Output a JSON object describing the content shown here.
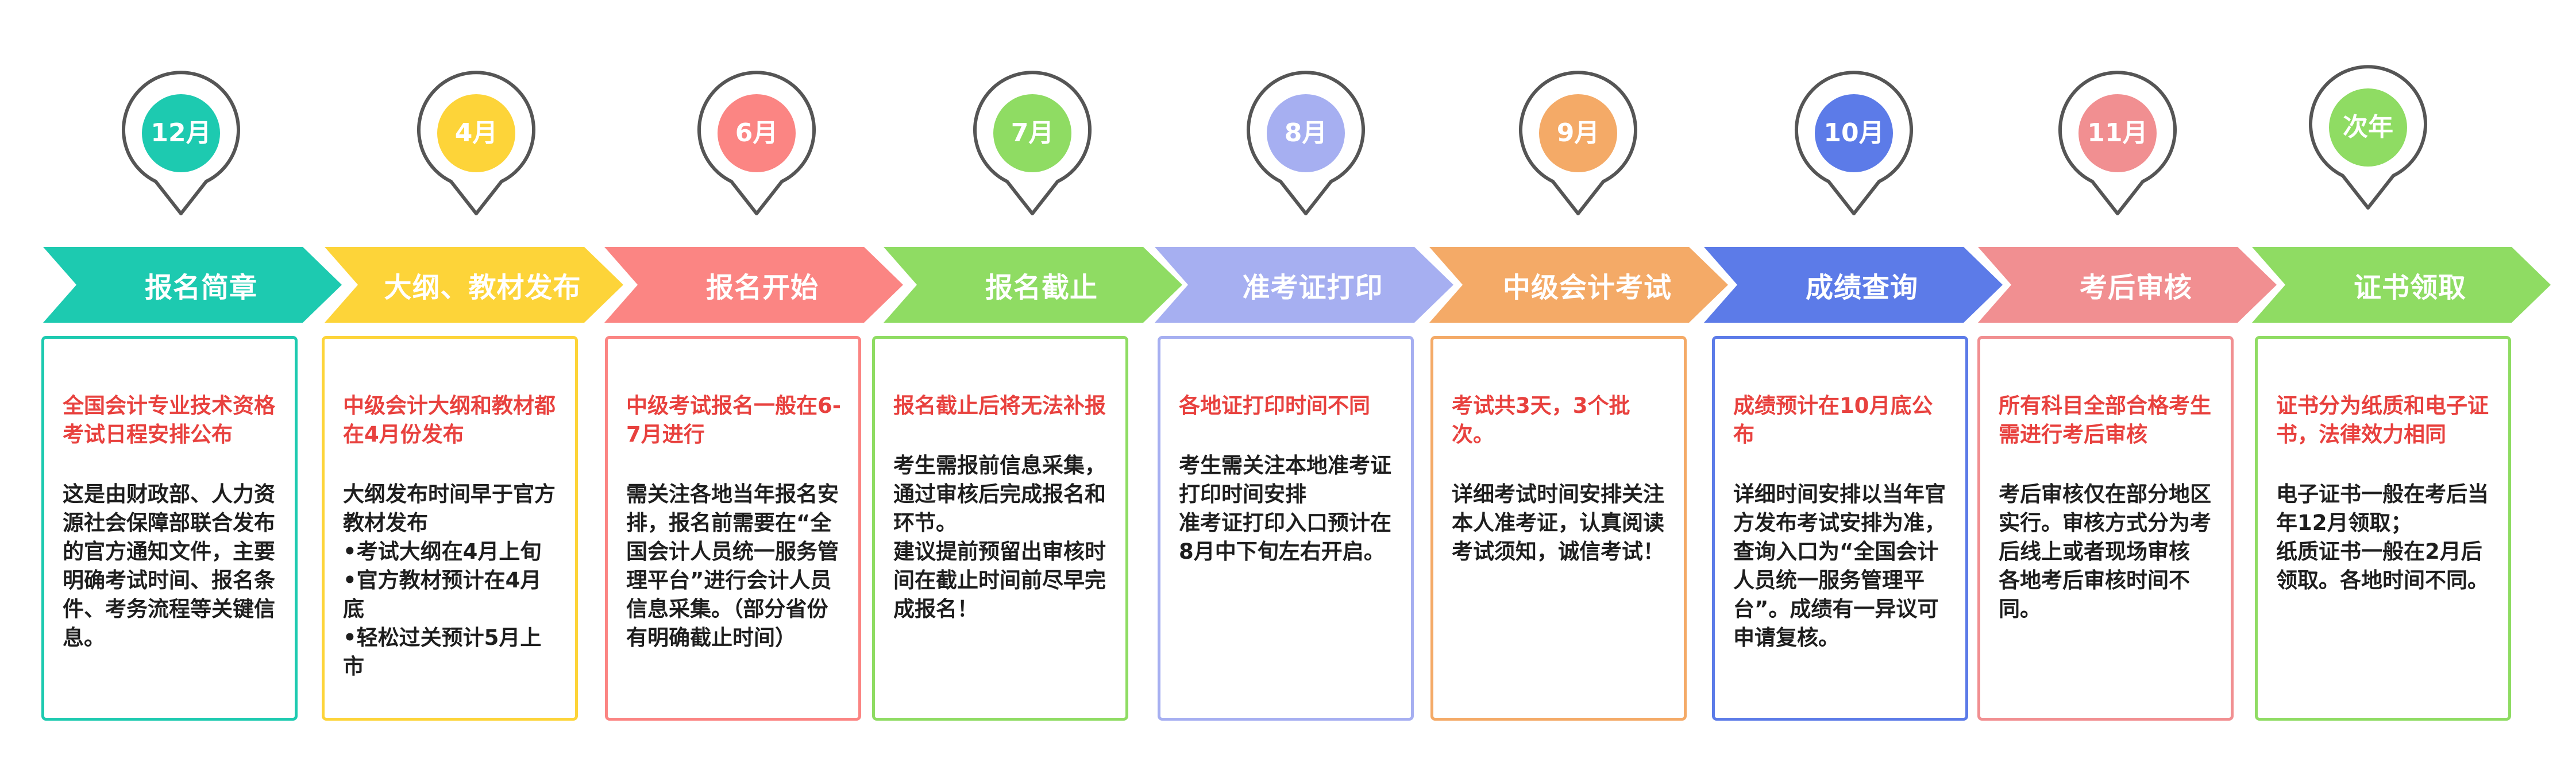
{
  "colors": {
    "teal": "#1dcab0",
    "yellow": "#fdd439",
    "coral": "#fb8583",
    "green": "#8fdc63",
    "lavender": "#a6aff1",
    "orange": "#f4aa67",
    "blue": "#5c7be8",
    "pink": "#f18f91",
    "lightgreen": "#8fdc63",
    "heading_red": "#e8413e",
    "body_text": "#1e1e1e",
    "pin_outline": "#555555"
  },
  "steps": [
    {
      "month": "12月",
      "title": "报名简章",
      "color": "#1dcab0",
      "card_border": "#1dcab0",
      "heading": "全国会计专业技术资格考试日程安排公布",
      "body": "这是由财政部、人力资源社会保障部联合发布的官方通知文件，主要明确考试时间、报名条件、考务流程等关键信息。"
    },
    {
      "month": "4月",
      "title": "大纲、教材发布",
      "color": "#fdd439",
      "card_border": "#fdd439",
      "heading": "中级会计大纲和教材都在4月份发布",
      "body": "大纲发布时间早于官方教材发布\n•考试大纲在4月上旬\n•官方教材预计在4月底\n•轻松过关预计5月上市"
    },
    {
      "month": "6月",
      "title": "报名开始",
      "color": "#fb8583",
      "card_border": "#fb8583",
      "heading": "中级考试报名一般在6-7月进行",
      "body": "需关注各地当年报名安排，报名前需要在“全国会计人员统一服务管理平台”进行会计人员信息采集。（部分省份有明确截止时间）"
    },
    {
      "month": "7月",
      "title": "报名截止",
      "color": "#8fdc63",
      "card_border": "#8fdc63",
      "heading": "报名截止后将无法补报",
      "body": "考生需报前信息采集，通过审核后完成报名和环节。\n建议提前预留出审核时间在截止时间前尽早完成报名！"
    },
    {
      "month": "8月",
      "title": "准考证打印",
      "color": "#a6aff1",
      "card_border": "#a6aff1",
      "heading": "各地证打印时间不同",
      "body": "考生需关注本地准考证打印时间安排\n准考证打印入口预计在8月中下旬左右开启。"
    },
    {
      "month": "9月",
      "title": "中级会计考试",
      "color": "#f4aa67",
      "card_border": "#f4aa67",
      "heading": "考试共3天，3个批次。",
      "body": "详细考试时间安排关注本人准考证，认真阅读考试须知，诚信考试！"
    },
    {
      "month": "10月",
      "title": "成绩查询",
      "color": "#5c7be8",
      "card_border": "#5c7be8",
      "heading": "成绩预计在10月底公布",
      "body": "详细时间安排以当年官方发布考试安排为准，查询入口为“全国会计人员统一服务管理平台”。成绩有一异议可申请复核。"
    },
    {
      "month": "11月",
      "title": "考后审核",
      "color": "#f18f91",
      "card_border": "#f18f91",
      "heading": "所有科目全部合格考生需进行考后审核",
      "body": "考后审核仅在部分地区实行。审核方式分为考后线上或者现场审核\n各地考后审核时间不同。"
    },
    {
      "month": "次年",
      "title": "证书领取",
      "color": "#8fdc63",
      "card_border": "#8fdc63",
      "heading": "证书分为纸质和电子证书，法律效力相同",
      "body": "电子证书一般在考后当年12月领取；\n纸质证书一般在2月后领取。各地时间不同。"
    }
  ]
}
